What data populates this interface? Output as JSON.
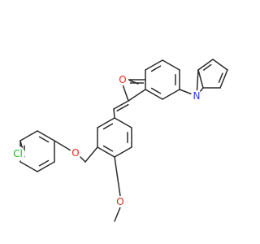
{
  "molecule": {
    "atom_labels": {
      "oxygen_carbonyl": "O",
      "nitrogen_pyrrole": "N",
      "chlorine": "Cl",
      "oxygen_ether": "O",
      "oxygen_methoxy": "O"
    },
    "colors": {
      "bond": "#2b2b2b",
      "oxygen": "#e8291c",
      "nitrogen": "#2a3df0",
      "chlorine": "#21b521"
    }
  }
}
